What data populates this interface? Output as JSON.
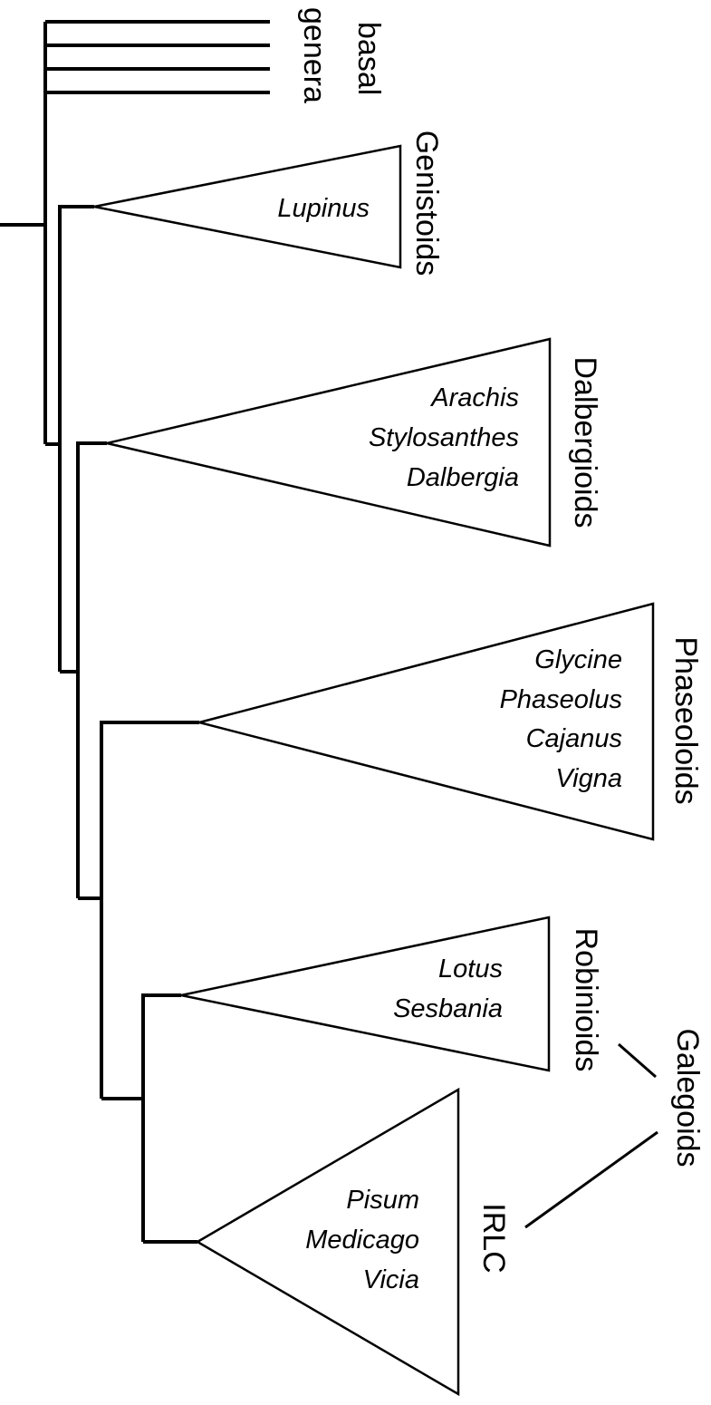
{
  "diagram": {
    "basal_label": [
      "basal",
      "genera"
    ],
    "clades": [
      {
        "id": "genistoids",
        "group": "Genistoids",
        "genera": [
          "Lupinus"
        ]
      },
      {
        "id": "dalbergioids",
        "group": "Dalbergioids",
        "genera": [
          "Arachis",
          "Stylosanthes",
          "Dalbergia"
        ]
      },
      {
        "id": "phaseoloids",
        "group": "Phaseoloids",
        "genera": [
          "Glycine",
          "Phaseolus",
          "Cajanus",
          "Vigna"
        ]
      },
      {
        "id": "robinioids",
        "group": "Robinioids",
        "genera": [
          "Lotus",
          "Sesbania"
        ]
      },
      {
        "id": "irlc",
        "group": "IRLC",
        "genera": [
          "Pisum",
          "Medicago",
          "Vicia"
        ]
      }
    ],
    "supergroup": {
      "label": "Galegoids",
      "members": [
        "robinioids",
        "irlc"
      ]
    }
  }
}
